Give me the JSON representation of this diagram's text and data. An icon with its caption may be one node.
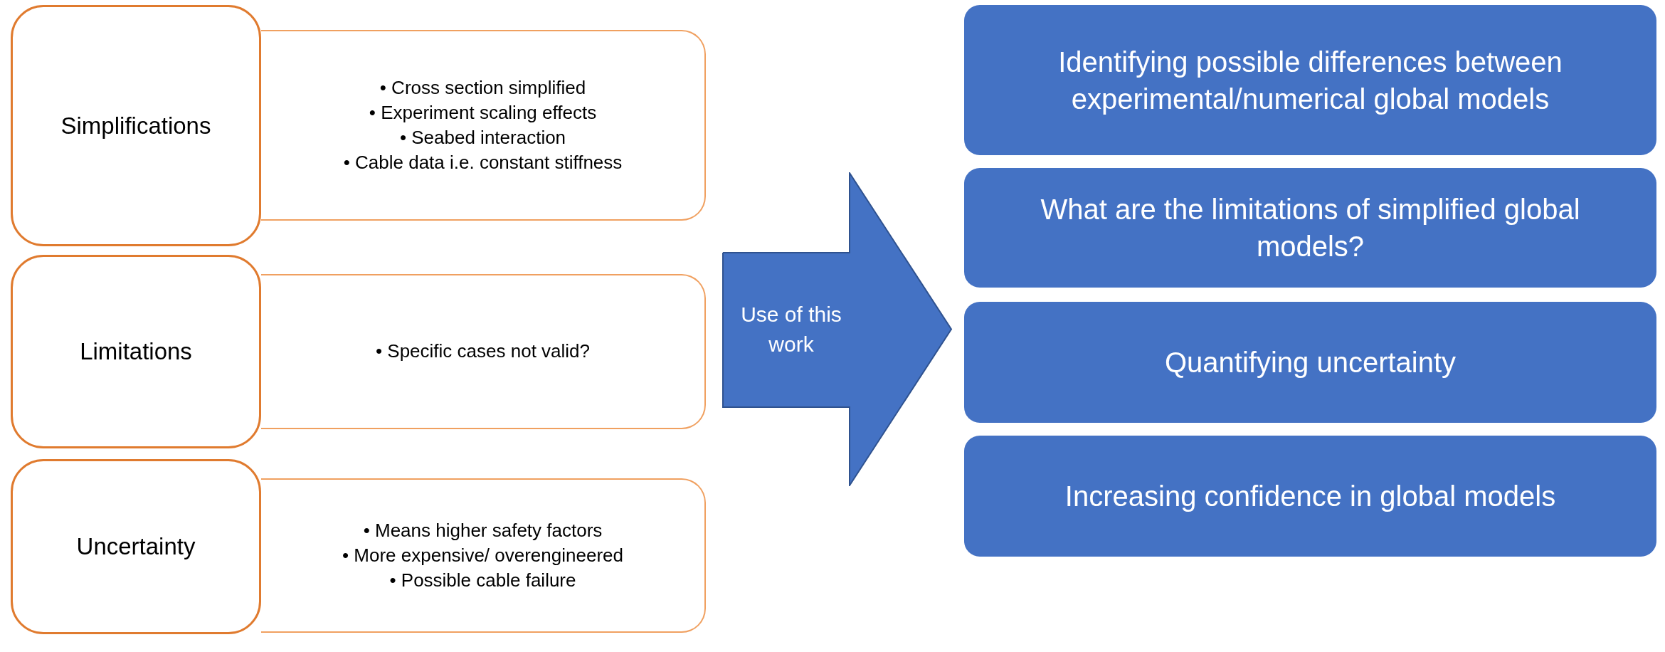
{
  "diagram": {
    "nodes": [
      {
        "text": [
          "Simplifications"
        ]
      },
      {
        "text": [
          "• Cross section simplified",
          "• Experiment scaling effects",
          "• Seabed interaction",
          "• Cable data i.e. constant stiffness"
        ]
      },
      {
        "text": [
          "Limitations"
        ]
      },
      {
        "text": [
          "• Specific cases not valid?"
        ]
      },
      {
        "text": [
          "Uncertainty"
        ]
      },
      {
        "text": [
          "• Means higher safety factors",
          "• More expensive/ overengineered",
          "• Possible cable failure"
        ]
      },
      {
        "text": [
          "Use of this work"
        ]
      },
      {
        "text": [
          "Identifying possible differences between experimental/numerical global models"
        ]
      },
      {
        "text": [
          "What are the limitations of simplified global models?"
        ]
      },
      {
        "text": [
          "Quantifying uncertainty"
        ]
      },
      {
        "text": [
          "Increasing confidence in global models"
        ]
      }
    ]
  }
}
